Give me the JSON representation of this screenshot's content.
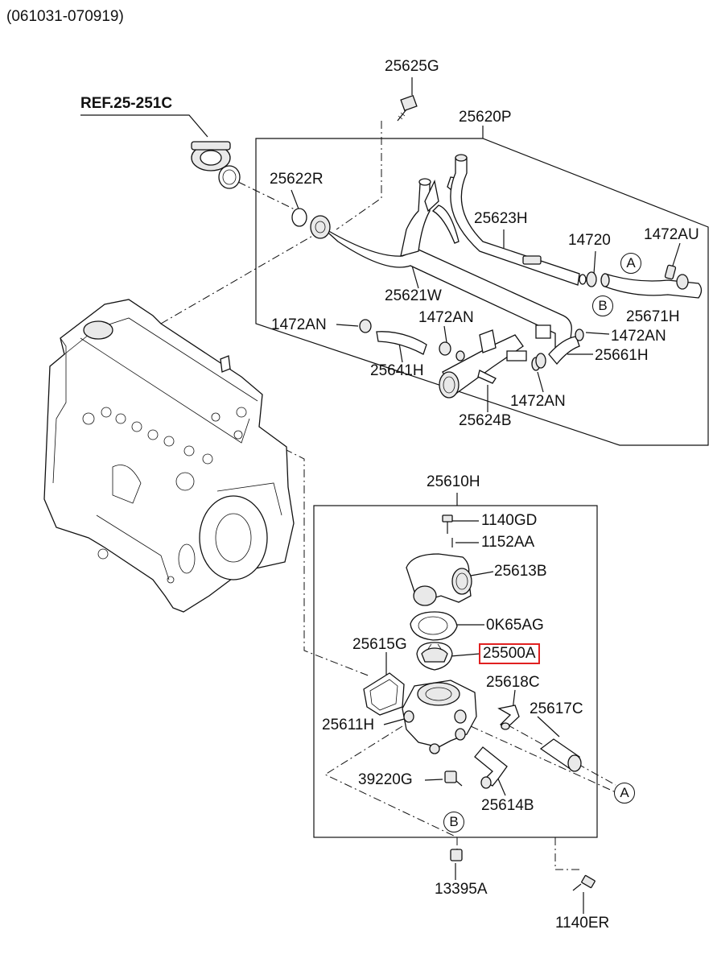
{
  "header": {
    "date_range": "(061031-070919)"
  },
  "reference": {
    "label": "REF.25-251C"
  },
  "parts": [
    {
      "id": "25625G"
    },
    {
      "id": "25620P"
    },
    {
      "id": "25622R"
    },
    {
      "id": "25623H"
    },
    {
      "id": "14720"
    },
    {
      "id": "1472AU"
    },
    {
      "id": "25621W"
    },
    {
      "id": "25671H"
    },
    {
      "id": "1472AN"
    },
    {
      "id": "1472AN"
    },
    {
      "id": "1472AN"
    },
    {
      "id": "25661H"
    },
    {
      "id": "25641H"
    },
    {
      "id": "1472AN"
    },
    {
      "id": "25624B"
    },
    {
      "id": "25610H"
    },
    {
      "id": "1140GD"
    },
    {
      "id": "1152AA"
    },
    {
      "id": "25613B"
    },
    {
      "id": "0K65AG"
    },
    {
      "id": "25615G"
    },
    {
      "id": "25500A"
    },
    {
      "id": "25618C"
    },
    {
      "id": "25617C"
    },
    {
      "id": "25611H"
    },
    {
      "id": "39220G"
    },
    {
      "id": "25614B"
    },
    {
      "id": "13395A"
    },
    {
      "id": "1140ER"
    }
  ],
  "highlighted_part": "25500A",
  "highlight_color": "#e02020",
  "callouts": [
    {
      "letter": "A"
    },
    {
      "letter": "B"
    },
    {
      "letter": "A"
    },
    {
      "letter": "B"
    }
  ]
}
